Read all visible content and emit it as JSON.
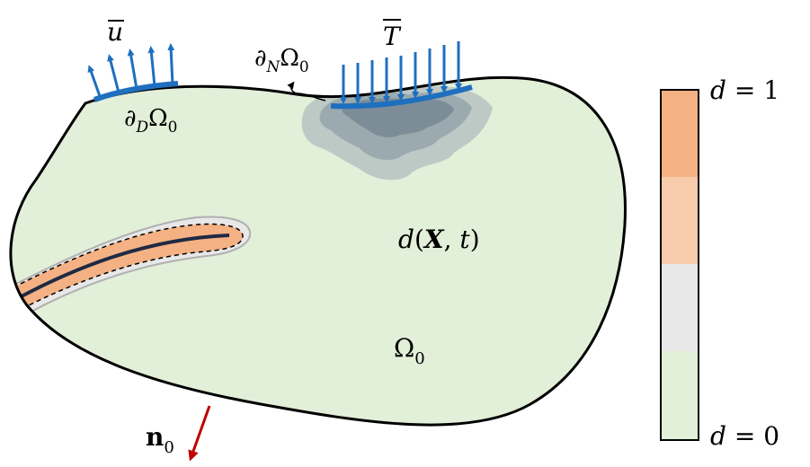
{
  "labels": {
    "u_bar": "u",
    "t_bar": "T",
    "dirichlet_boundary": {
      "main": "∂",
      "sub": "D",
      "omega": "Ω",
      "omega_sub": "0"
    },
    "neumann_boundary": {
      "main": "∂",
      "sub": "N",
      "omega": "Ω",
      "omega_sub": "0"
    },
    "phase_field": {
      "d": "d",
      "open": "(",
      "X": "X",
      "comma": ", ",
      "t": "t",
      "close": ")"
    },
    "domain": {
      "omega": "Ω",
      "sub": "0"
    },
    "normal": {
      "n": "n",
      "sub": "0"
    },
    "colorbar_top": {
      "d": "d",
      "rest": " = 1"
    },
    "colorbar_bottom": {
      "d": "d",
      "rest": " = 0"
    }
  },
  "colors": {
    "domain_fill": "#e2efd9",
    "boundary_stroke": "#000000",
    "traction_blue": "#1f6fbf",
    "crack_dark": "#1f2a44",
    "crack_band": "#f4b183",
    "crack_halo": "#e8e8e8",
    "normal_arrow": "#c00000",
    "damage_levels": [
      "#f4b183",
      "#f8cbad",
      "#e8e8e8",
      "#e2efd9"
    ],
    "damage_cloud": [
      "#b8c4c2",
      "#96a6ab",
      "#7a8a96"
    ]
  }
}
